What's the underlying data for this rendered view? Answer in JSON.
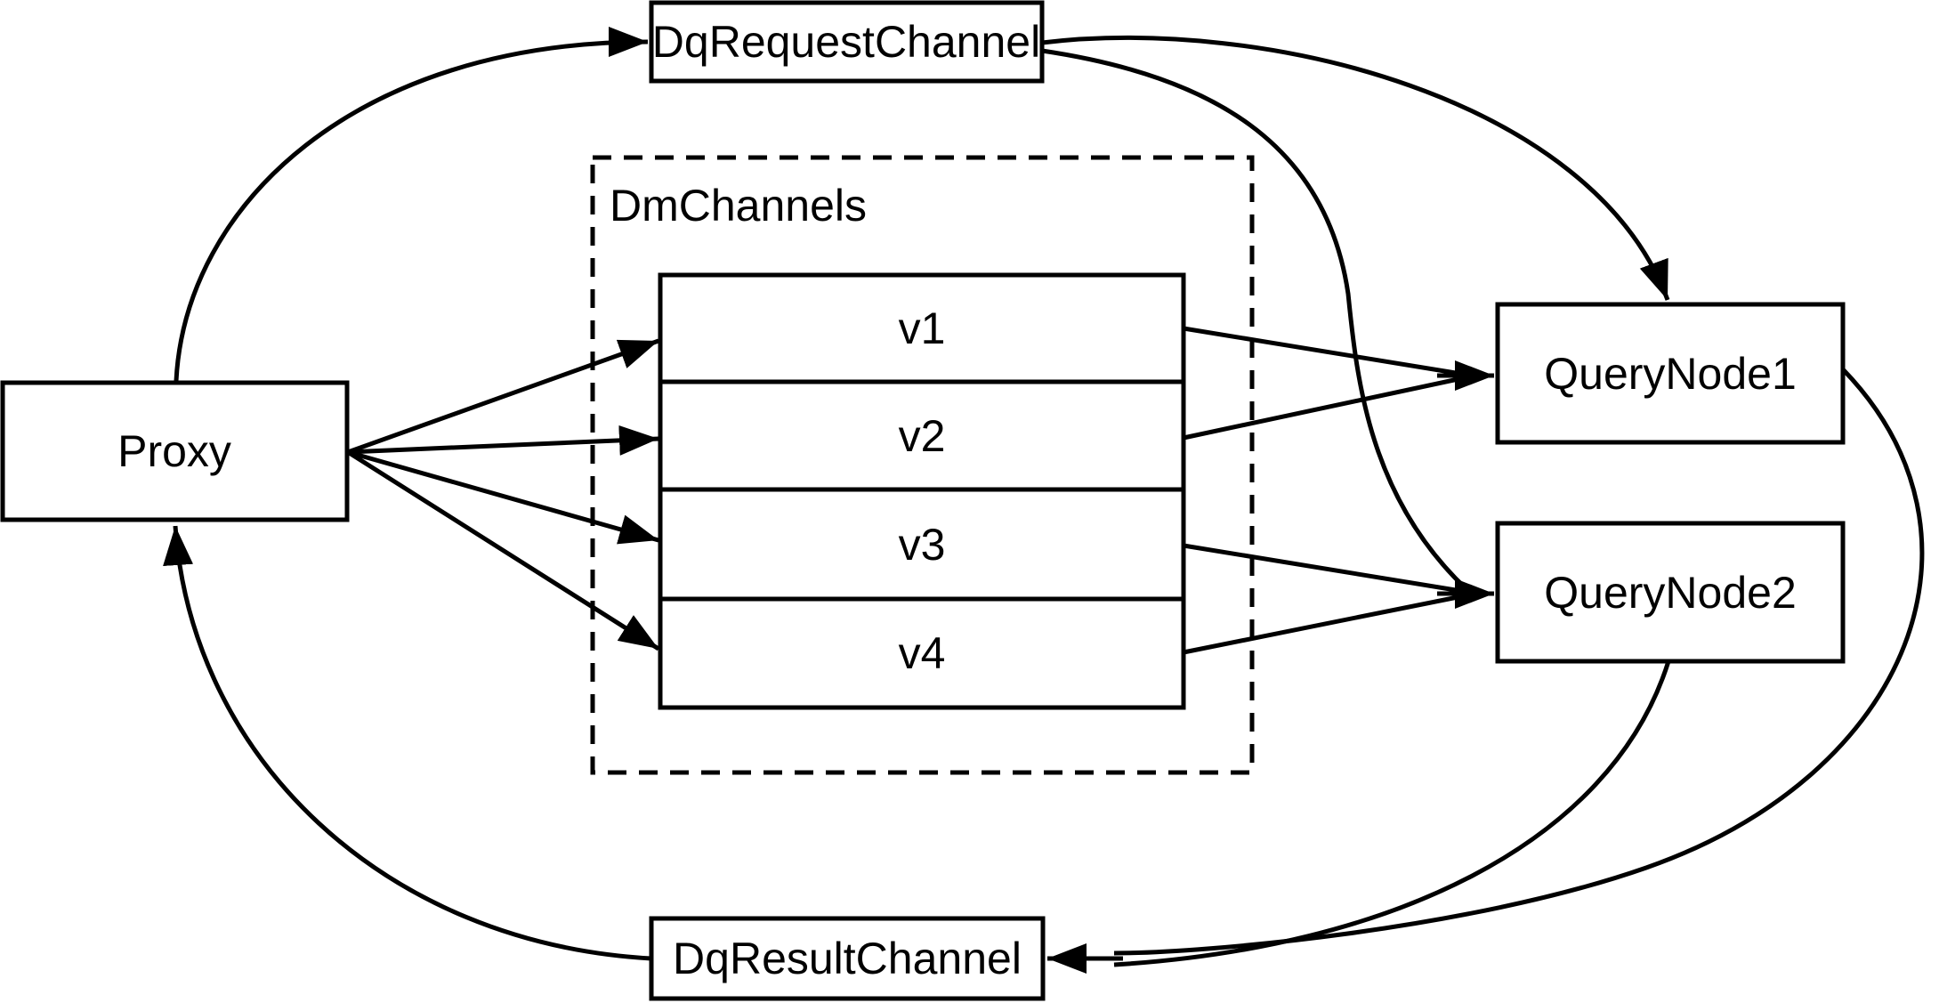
{
  "diagram": {
    "background_color": "#ffffff",
    "line_color": "#000000",
    "nodes": {
      "dq_request_channel": {
        "label": "DqRequestChannel"
      },
      "proxy": {
        "label": "Proxy"
      },
      "dm_channels_group": {
        "label": "DmChannels"
      },
      "channel_rows": [
        "v1",
        "v2",
        "v3",
        "v4"
      ],
      "query_node1": {
        "label": "QueryNode1"
      },
      "query_node2": {
        "label": "QueryNode2"
      },
      "dq_result_channel": {
        "label": "DqResultChannel"
      }
    },
    "edges": [
      {
        "from": "Proxy",
        "to": "DqRequestChannel"
      },
      {
        "from": "Proxy",
        "to": "v1"
      },
      {
        "from": "Proxy",
        "to": "v2"
      },
      {
        "from": "Proxy",
        "to": "v3"
      },
      {
        "from": "Proxy",
        "to": "v4"
      },
      {
        "from": "v1",
        "to": "QueryNode1"
      },
      {
        "from": "v2",
        "to": "QueryNode1"
      },
      {
        "from": "v3",
        "to": "QueryNode2"
      },
      {
        "from": "v4",
        "to": "QueryNode2"
      },
      {
        "from": "DqRequestChannel",
        "to": "QueryNode1"
      },
      {
        "from": "DqRequestChannel",
        "to": "QueryNode2"
      },
      {
        "from": "QueryNode1",
        "to": "DqResultChannel"
      },
      {
        "from": "QueryNode2",
        "to": "DqResultChannel"
      },
      {
        "from": "DqResultChannel",
        "to": "Proxy"
      }
    ]
  }
}
